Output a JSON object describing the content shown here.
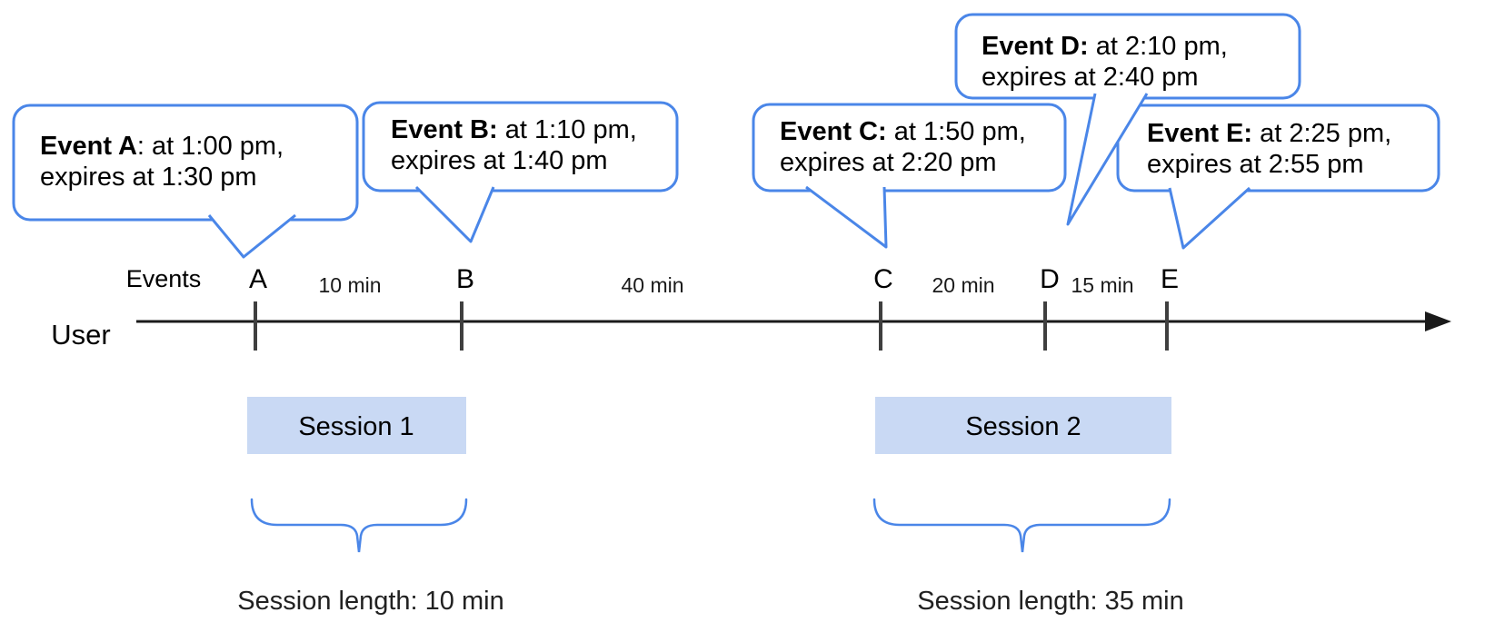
{
  "diagram": {
    "events_axis_label": "Events",
    "actor_label": "User",
    "events": [
      {
        "id": "A",
        "tick_label": "A",
        "callout_bold": "Event A",
        "callout_rest": ": at 1:00 pm,",
        "callout_line2": "expires at 1:30 pm"
      },
      {
        "id": "B",
        "tick_label": "B",
        "callout_bold": "Event B:",
        "callout_rest": " at 1:10 pm,",
        "callout_line2": "expires at 1:40 pm"
      },
      {
        "id": "C",
        "tick_label": "C",
        "callout_bold": "Event C:",
        "callout_rest": " at 1:50 pm,",
        "callout_line2": "expires at 2:20 pm"
      },
      {
        "id": "D",
        "tick_label": "D",
        "callout_bold": "Event D:",
        "callout_rest": " at 2:10 pm,",
        "callout_line2": "expires at 2:40 pm"
      },
      {
        "id": "E",
        "tick_label": "E",
        "callout_bold": "Event E:",
        "callout_rest": " at 2:25 pm,",
        "callout_line2": "expires at 2:55 pm"
      }
    ],
    "intervals": [
      {
        "between": "A-B",
        "label": "10 min"
      },
      {
        "between": "B-C",
        "label": "40 min"
      },
      {
        "between": "C-D",
        "label": "20 min"
      },
      {
        "between": "D-E",
        "label": "15 min"
      }
    ],
    "sessions": [
      {
        "label": "Session 1",
        "length_label": "Session length: 10 min"
      },
      {
        "label": "Session 2",
        "length_label": "Session length: 35 min"
      }
    ],
    "colors": {
      "callout_stroke": "#4a86e8",
      "brace_stroke": "#4a86e8",
      "session_fill": "#c9d9f4",
      "tick": "#3f3f3f",
      "axis": "#1a1a1a"
    }
  }
}
